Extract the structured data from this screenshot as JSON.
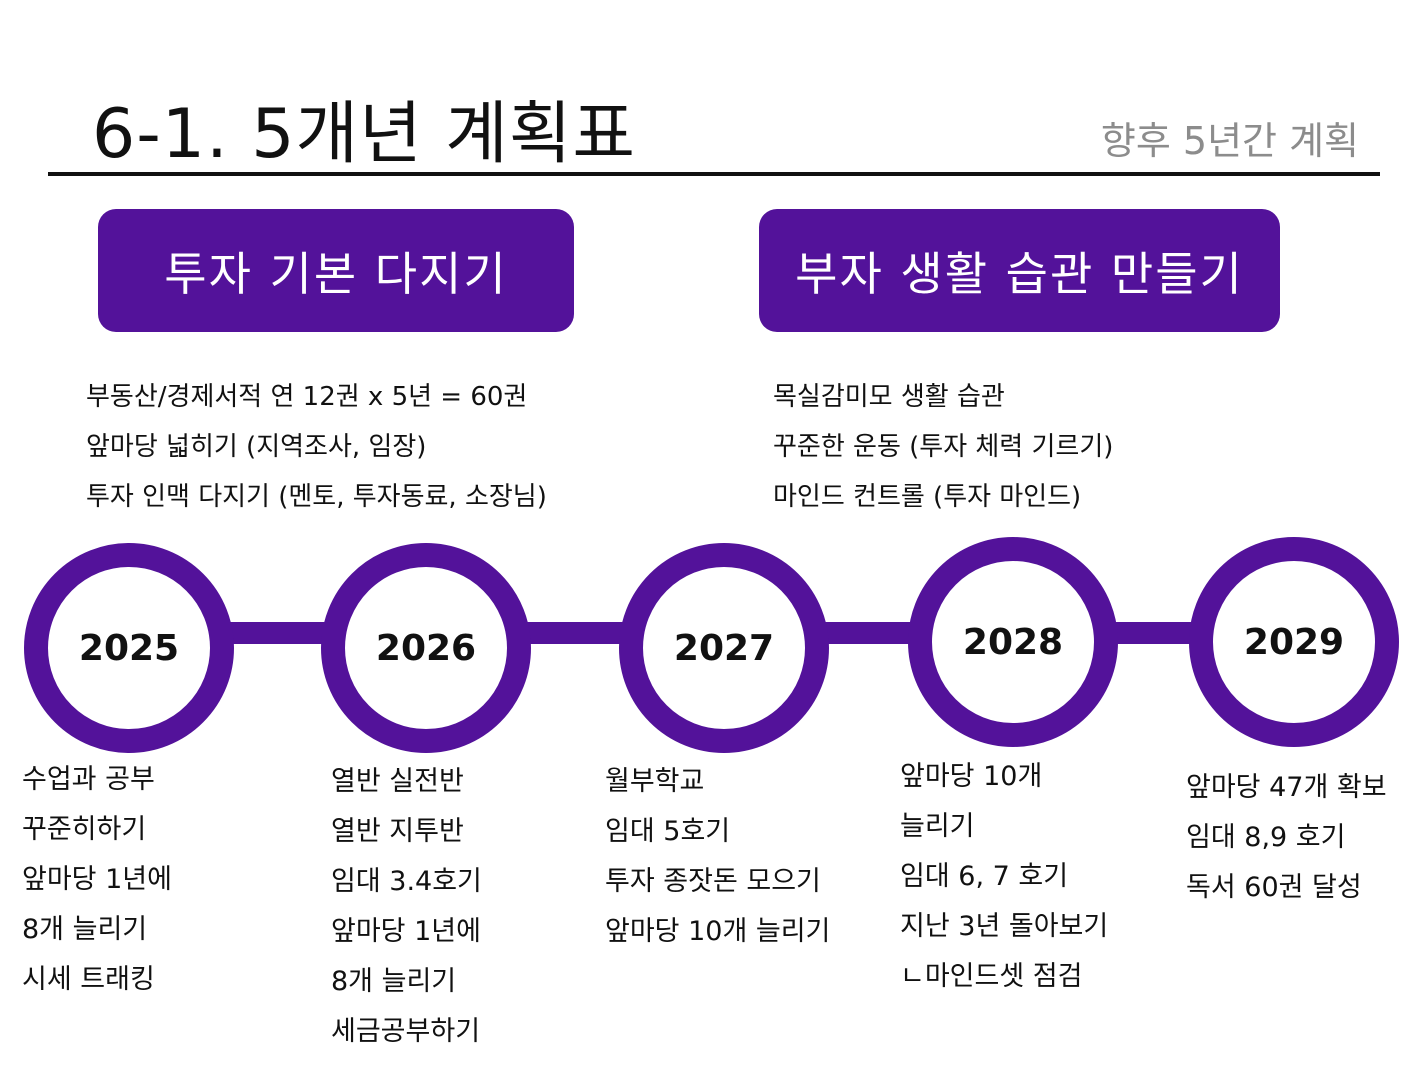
{
  "header": {
    "title": "6-1. 5개년 계획표",
    "subtitle": "향후 5년간 계획"
  },
  "sections": {
    "left": {
      "heading": "투자 기본 다지기",
      "items": [
        "부동산/경제서적 연 12권 x 5년 = 60권",
        "앞마당 넓히기 (지역조사, 임장)",
        "투자 인맥 다지기 (멘토, 투자동료, 소장님)"
      ]
    },
    "right": {
      "heading": "부자 생활 습관 만들기",
      "items": [
        "목실감미모 생활 습관",
        "꾸준한 운동 (투자 체력 기르기)",
        "마인드 컨트롤 (투자 마인드)"
      ]
    }
  },
  "timeline": [
    {
      "year": "2025",
      "items": [
        "수업과 공부",
        "꾸준히하기",
        "앞마당 1년에",
        "8개 늘리기",
        "시세 트래킹"
      ]
    },
    {
      "year": "2026",
      "items": [
        "열반 실전반",
        "열반 지투반",
        "임대 3.4호기",
        "앞마당 1년에",
        "8개 늘리기",
        "세금공부하기"
      ]
    },
    {
      "year": "2027",
      "items": [
        "월부학교",
        "임대 5호기",
        "투자 종잣돈 모으기",
        "앞마당 10개 늘리기"
      ]
    },
    {
      "year": "2028",
      "items": [
        "앞마당 10개",
        "늘리기",
        "임대 6, 7 호기",
        "지난 3년 돌아보기",
        " ㄴ마인드셋 점검"
      ]
    },
    {
      "year": "2029",
      "items": [
        "앞마당 47개 확보",
        "임대 8,9 호기",
        "독서 60권 달성"
      ]
    }
  ],
  "colors": {
    "accent": "#53129a",
    "subtitle": "#8c8c8c"
  }
}
